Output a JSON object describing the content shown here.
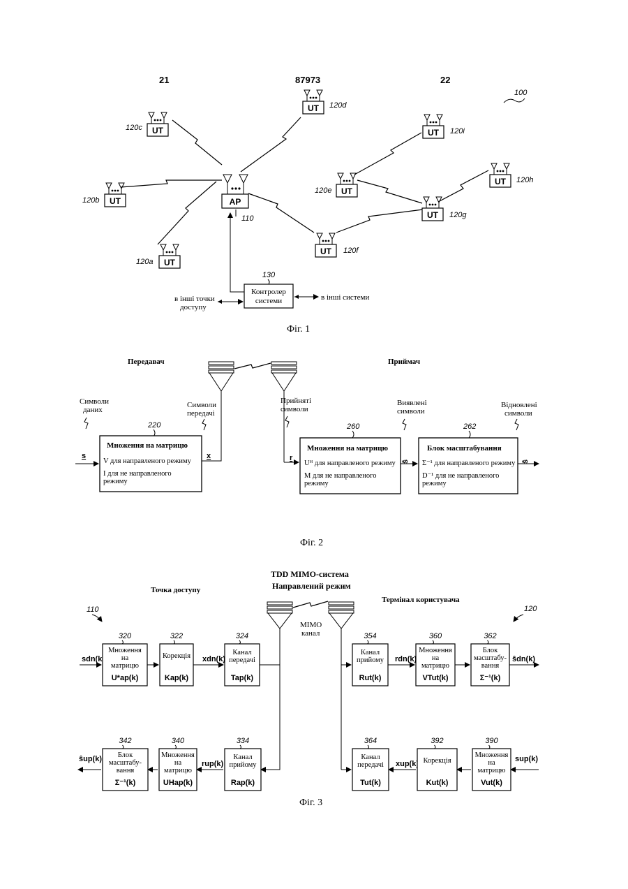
{
  "header": {
    "left": "21",
    "center": "87973",
    "right": "22"
  },
  "fig1": {
    "system_ref": "100",
    "ap_label": "AP",
    "ap_ref": "110",
    "ut_label": "UT",
    "ut_refs": {
      "a": "120a",
      "b": "120b",
      "c": "120c",
      "d": "120d",
      "e": "120e",
      "f": "120f",
      "g": "120g",
      "h": "120h",
      "i": "120i"
    },
    "controller_ref": "130",
    "controller_line1": "Контролер",
    "controller_line2": "системи",
    "left_link_line1": "в інші точки",
    "left_link_line2": "доступу",
    "right_link": "в інші системи",
    "caption": "Фіг. 1"
  },
  "fig2": {
    "transmitter": "Передавач",
    "receiver": "Приймач",
    "data_symbols_1": "Символи",
    "data_symbols_2": "даних",
    "tx_symbols_1": "Символи",
    "tx_symbols_2": "передачі",
    "rx_symbols_1": "Прийняті",
    "rx_symbols_2": "символи",
    "det_symbols_1": "Виявлені",
    "det_symbols_2": "символи",
    "rec_symbols_1": "Відновлені",
    "rec_symbols_2": "символи",
    "ref_220": "220",
    "ref_260": "260",
    "ref_262": "262",
    "box220_title": "Множення на матрицю",
    "box220_l1": "V  для направленого режиму",
    "box220_l2": "I для не направленого",
    "box220_l3": "режиму",
    "box260_title": "Множення на матрицю",
    "box260_l1": "Uᴴ для направленого режиму",
    "box260_l2": "M для не направленого",
    "box260_l3": "режиму",
    "box262_title": "Блок масштабування",
    "box262_l1": "Σ⁻¹ для направленого режиму",
    "box262_l2": "D⁻¹ для не направленого",
    "box262_l3": "режиму",
    "sym_s": "s",
    "sym_x": "x",
    "sym_r": "r",
    "sym_shat": "ŝ",
    "caption": "Фіг. 2"
  },
  "fig3": {
    "title": "TDD MIMO-система",
    "subtitle": "Направлений режим",
    "ap_title": "Точка доступу",
    "ut_title": "Термінал користувача",
    "ref_110": "110",
    "ref_120": "120",
    "mimo_1": "MIMO",
    "mimo_2": "канал",
    "b320": {
      "ref": "320",
      "l1": "Множення",
      "l2": "на",
      "l3": "матрицю",
      "sym": "U*ap(k)"
    },
    "b322": {
      "ref": "322",
      "l1": "Корекція",
      "sym": "Kap(k)"
    },
    "b324": {
      "ref": "324",
      "l1": "Канал",
      "l2": "передачі",
      "sym": "Tap(k)"
    },
    "b354": {
      "ref": "354",
      "l1": "Канал",
      "l2": "прийому",
      "sym": "Rut(k)"
    },
    "b360": {
      "ref": "360",
      "l1": "Множення",
      "l2": "на",
      "l3": "матрицю",
      "sym": "VTut(k)"
    },
    "b362": {
      "ref": "362",
      "l1": "Блок",
      "l2": "масштабу-",
      "l3": "вання",
      "sym": "Σ⁻¹(k)"
    },
    "b342": {
      "ref": "342",
      "l1": "Блок",
      "l2": "масштабу-",
      "l3": "вання",
      "sym": "Σ⁻¹(k)"
    },
    "b340": {
      "ref": "340",
      "l1": "Множення",
      "l2": "на",
      "l3": "матрицю",
      "sym": "UHap(k)"
    },
    "b334": {
      "ref": "334",
      "l1": "Канал",
      "l2": "прийому",
      "sym": "Rap(k)"
    },
    "b364": {
      "ref": "364",
      "l1": "Канал",
      "l2": "передачі",
      "sym": "Tut(k)"
    },
    "b392": {
      "ref": "392",
      "l1": "Корекція",
      "sym": "Kut(k)"
    },
    "b390": {
      "ref": "390",
      "l1": "Множення",
      "l2": "на",
      "l3": "матрицю",
      "sym": "Vut(k)"
    },
    "sig_sdn": "sdn(k)",
    "sig_xdn": "xdn(k)",
    "sig_rdn": "rdn(k)",
    "sig_shatdn": "ŝdn(k)",
    "sig_shatup": "ŝup(k)",
    "sig_rup": "rup(k)",
    "sig_xup": "xup(k)",
    "sig_sup": "sup(k)",
    "caption": "Фіг. 3"
  }
}
